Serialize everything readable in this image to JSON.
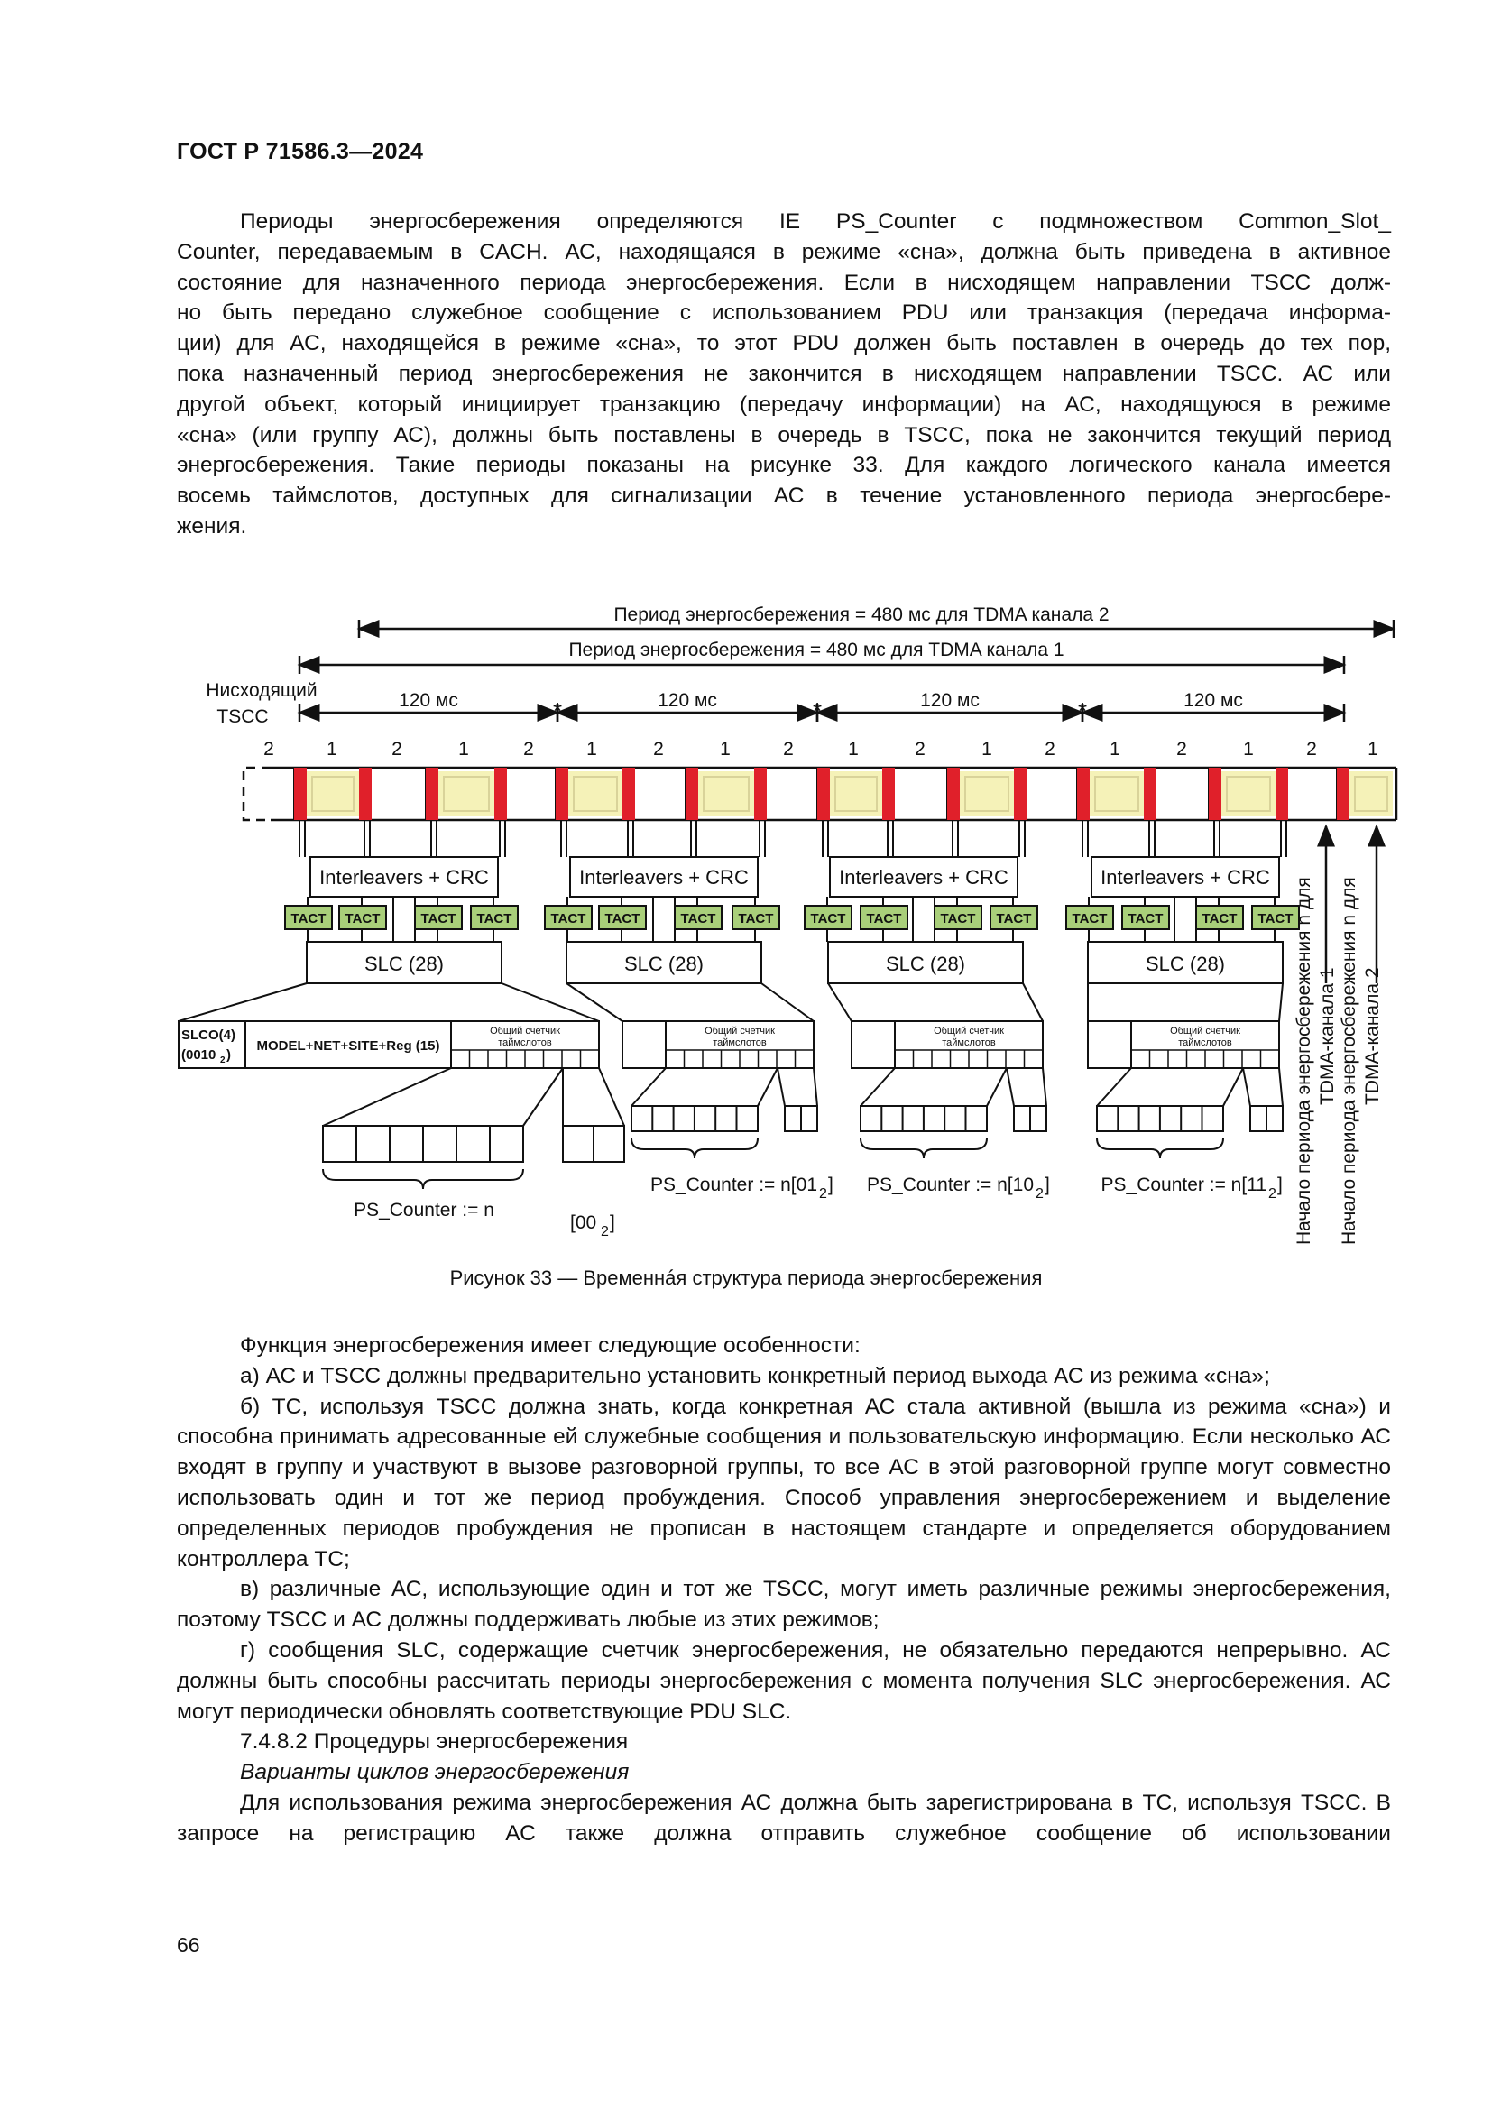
{
  "header": "ГОСТ Р 71586.3—2024",
  "intro_lines": [
    "Периоды энергосбережения определяются IE PS_Counter с подмножеством Common_Slot_",
    "Counter, передаваемым в CACH. АС, находящаяся в режиме «сна», должна быть приведена в активное",
    "состояние для назначенного периода энергосбережения. Если в нисходящем направлении TSCC долж-",
    "но быть передано служебное сообщение с использованием PDU или транзакция (передача информа-",
    "ции) для АС, находящейся в режиме «сна», то этот PDU должен быть поставлен в очередь до тех пор,",
    "пока назначенный период энергосбережения не закончится в нисходящем направлении TSCC. АС или",
    "другой объект, который инициирует транзакцию (передачу информации) на АС, находящуюся в режиме",
    "«сна» (или группу АС), должны быть поставлены в очередь в TSCC, пока не закончится текущий период",
    "энергосбережения. Такие периоды показаны на рисунке 33. Для каждого логического канала имеется",
    "восемь таймслотов, доступных для сигнализации АС в течение установленного периода энергосбере-",
    "жения."
  ],
  "figure": {
    "period2": "Период энергосбережения = 480 мс для TDMA канала 2",
    "period1": "Период энергосбережения = 480 мс для TDMA канала 1",
    "downlink_line1": "Нисходящий",
    "downlink_line2": "TSCC",
    "ms120": "120 мс",
    "slot_numbers": [
      "2",
      "1",
      "2",
      "1",
      "2",
      "1",
      "2",
      "1",
      "2",
      "1",
      "2",
      "1",
      "2",
      "1",
      "2",
      "1",
      "2",
      "1"
    ],
    "interleavers": "Interleavers + CRC",
    "tact": "TACT",
    "slc": "SLC (28)",
    "slco_line1": "SLCO(4)",
    "slco_line2": "(0010",
    "slco_sub": "2",
    "slco_end": ")",
    "model": "MODEL+NET+SITE+Reg (15)",
    "common_counter_line1": "Общий счетчик",
    "common_counter_line2": "таймслотов",
    "ps_n": "PS_Counter := n",
    "ps_00_main": "[00",
    "ps_00_sub": "2",
    "ps_00_end": "]",
    "ps_01_main": "PS_Counter := n[01",
    "ps_01_sub": "2",
    "ps_10_main": "PS_Counter := n[10",
    "ps_10_sub": "2",
    "ps_11_main": "PS_Counter := n[11",
    "ps_11_sub": "2",
    "bracket_end": "]",
    "start1_line1": "Начало периода энергосбережения n для",
    "start1_line2": "TDMA-канала 1",
    "start2_line1": "Начало периода энергосбережения n для",
    "start2_line2": "TDMA-канала 2",
    "colors": {
      "red": "#e0202a",
      "yellow": "#f5f2b8",
      "green": "#a9cf7a"
    }
  },
  "caption": "Рисунок 33 — Временнáя структура периода энергосбережения",
  "body_paragraphs": [
    {
      "text": "Функция энергосбережения имеет следующие особенности:",
      "style": "ind nojust"
    },
    {
      "text": "а) АС и TSCC должны предварительно установить конкретный период выхода АС из режима «сна»;",
      "style": "ind"
    },
    {
      "text": "б) ТС, используя TSCC должна знать, когда конкретная АС стала активной (вышла из режима «сна») и способна принимать адресованные ей служебные сообщения и пользовательскую информацию. Если несколько АС входят в группу и участвуют в вызове разговорной группы, то все АС в этой разговорной группе могут совместно использовать один и тот же период пробуждения. Способ управления энергосбережением и выделение определенных периодов пробуждения не прописан в настоящем стандарте и определяется оборудованием контроллера ТС;",
      "style": "ind"
    },
    {
      "text": "в) различные АС, использующие один и тот же TSCC, могут иметь различные режимы энергосбережения, поэтому TSCC и АС должны поддерживать любые из этих режимов;",
      "style": "ind"
    },
    {
      "text": "г) сообщения SLC, содержащие счетчик энергосбережения, не обязательно передаются непрерывно. АС должны быть способны рассчитать периоды энергосбережения с момента получения SLC энергосбережения. АС могут периодически обновлять соответствующие PDU SLC.",
      "style": "ind"
    },
    {
      "text": "7.4.8.2 Процедуры энергосбережения",
      "style": "ind nojust"
    },
    {
      "text": "Варианты циклов энергосбережения",
      "style": "ind nojust italic"
    },
    {
      "text": "Для использования режима энергосбережения АС должна быть зарегистрирована в ТС, используя TSCC. В запросе на регистрацию АС также должна отправить служебное сообщение об использовании",
      "style": "ind last"
    }
  ],
  "page_number": "66"
}
